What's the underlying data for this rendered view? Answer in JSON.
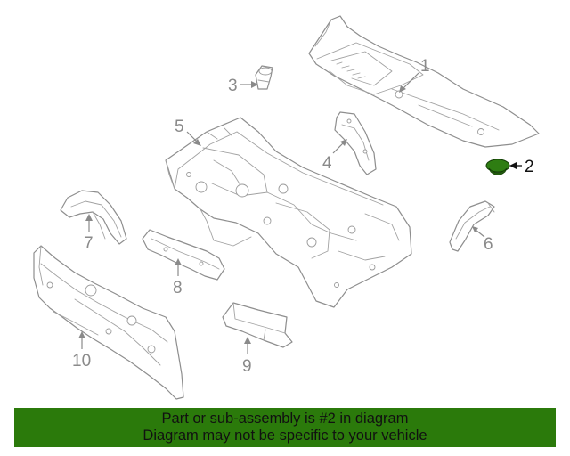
{
  "callouts": {
    "c1": "1",
    "c2": "2",
    "c3": "3",
    "c4": "4",
    "c5": "5",
    "c6": "6",
    "c7": "7",
    "c8": "8",
    "c9": "9",
    "c10": "10"
  },
  "highlighted_part": "2",
  "colors": {
    "highlight_fill": "#2e7d12",
    "banner_background": "#2b7a0b",
    "line_art": "#8e8e8e"
  },
  "banner": {
    "line1": "Part or sub-assembly is #2 in diagram",
    "line2": "Diagram may not be specific to your vehicle"
  }
}
